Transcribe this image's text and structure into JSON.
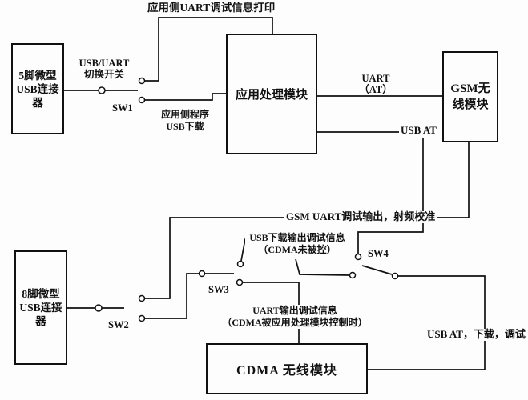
{
  "diagram": {
    "blocks": {
      "usb5": {
        "line1": "5脚微型",
        "line2": "USB连接",
        "line3": "器"
      },
      "app": {
        "label": "应用处理模块"
      },
      "gsm": {
        "line1": "GSM无",
        "line2": "线模块"
      },
      "usb8": {
        "line1": "8脚微型",
        "line2": "USB连接",
        "line3": "器"
      },
      "cdma": {
        "label": "CDMA 无线模块"
      }
    },
    "switches": {
      "sw1": "SW1",
      "sw2": "SW2",
      "sw3": "SW3",
      "sw4": "SW4"
    },
    "labels": {
      "top_uart_print": "应用侧UART调试信息打印",
      "usb_uart_switch_1": "USB/UART",
      "usb_uart_switch_2": "切换开关",
      "app_side_prog_1": "应用侧程序",
      "app_side_prog_2": "USB下载",
      "uart_1": "UART",
      "uart_2": "（AT）",
      "usb_at": "USB AT",
      "gsm_uart_out": "GSM UART调试输出，射频校准",
      "usb_dl_out_1": "USB下载输出调试信息",
      "usb_dl_out_2": "（CDMA未被控）",
      "uart_out_1": "UART输出调试信息",
      "uart_out_2": "（CDMA被应用处理模块控制时）",
      "usb_at_dl_debug": "USB AT，下载，调试"
    },
    "colors": {
      "line": "#111111",
      "background": "#fdfdfd"
    }
  }
}
